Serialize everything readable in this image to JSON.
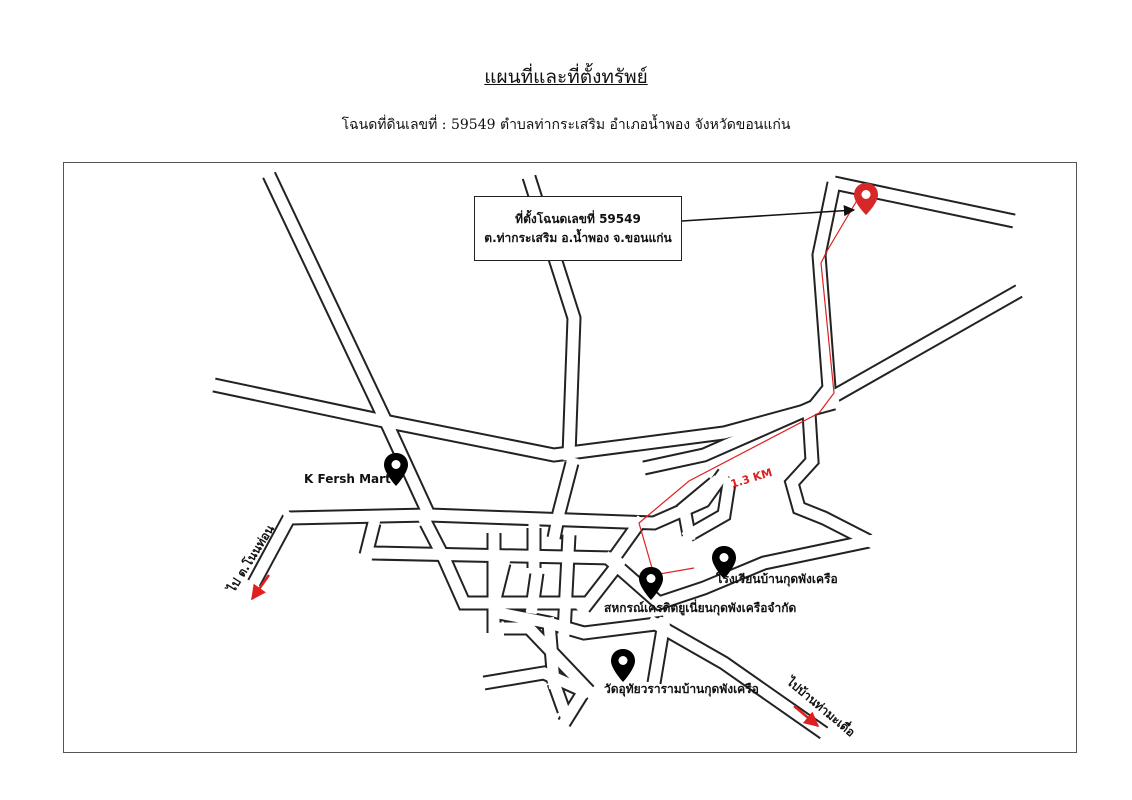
{
  "header": {
    "title": "แผนที่และที่ตั้งทรัพย์",
    "deed_label": "โฉนดที่ดินเลขที่ :",
    "deed_detail": "59549 ตำบลท่ากระเสริม อำเภอน้ำพอง จังหวัดขอนแก่น"
  },
  "callout": {
    "line1": "ที่ตั้งโฉนดเลขที่ 59549",
    "line2": "ต.ท่ากระเสริม อ.น้ำพอง จ.ขอนแก่น"
  },
  "landmarks": {
    "mart": "K Fersh Mart",
    "school": "โรงเรียนบ้านกุดพังเครือ",
    "coop": "สหกรณ์เครดิตยูเนี่ยนกุดพังเครือจำกัด",
    "temple": "วัดอุทัยวรารามบ้านกุดพังเครือ"
  },
  "directions": {
    "left": "ไป ต.โนนท่อน",
    "right": "ไปบ้านท่ามะเดื่อ"
  },
  "route": {
    "distance": "1.3 KM",
    "color": "#e02020"
  },
  "colors": {
    "pin_property": "#d62828",
    "pin_landmark": "#000000",
    "road_edge": "#222222"
  },
  "icons": {
    "property": "map-pin-icon",
    "landmark": "map-pin-icon",
    "arrow": "arrow-icon"
  }
}
